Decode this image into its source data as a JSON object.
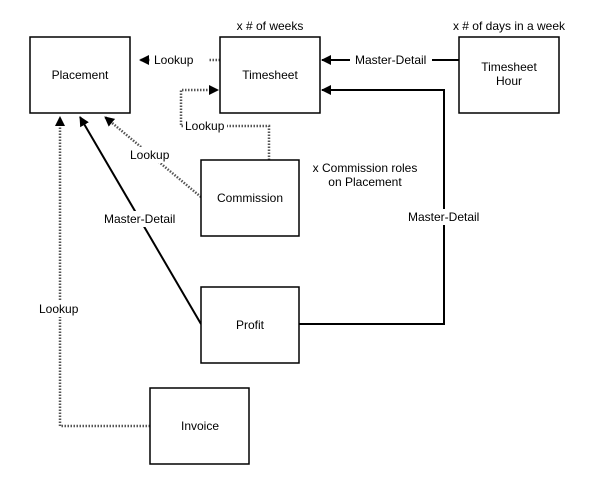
{
  "nodes": {
    "placement": "Placement",
    "timesheet": "Timesheet",
    "timesheet_hour_line1": "Timesheet",
    "timesheet_hour_line2": "Hour",
    "commission": "Commission",
    "profit": "Profit",
    "invoice": "Invoice"
  },
  "annotations": {
    "weeks": "x # of weeks",
    "days": "x # of days in a week",
    "commission_roles_line1": "x Commission roles",
    "commission_roles_line2": "on Placement"
  },
  "edges": {
    "timesheet_to_placement": "Lookup",
    "hour_to_timesheet": "Master-Detail",
    "commission_to_timesheet": "Lookup",
    "commission_to_placement": "Lookup",
    "profit_to_placement": "Master-Detail",
    "profit_to_timesheet": "Master-Detail",
    "invoice_to_placement": "Lookup"
  },
  "colors": {
    "line": "#000000",
    "dotted_line": "#555555",
    "background": "#ffffff"
  }
}
